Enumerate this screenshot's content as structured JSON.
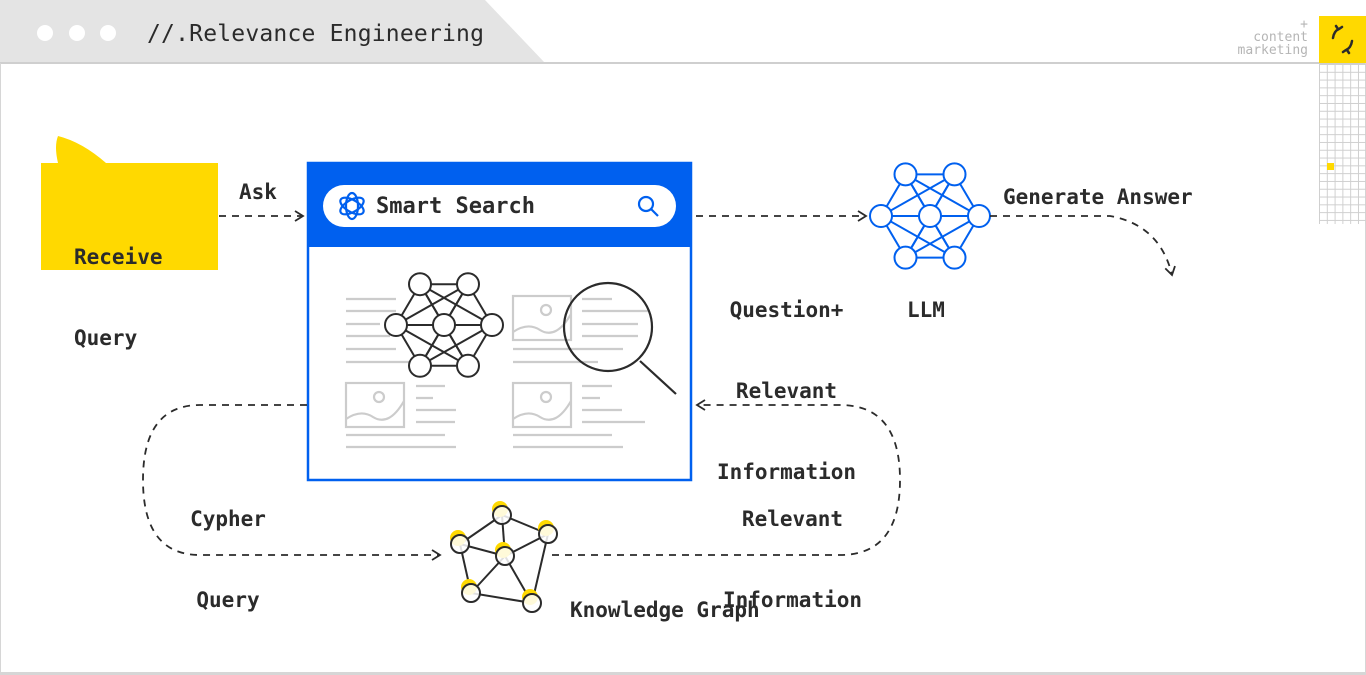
{
  "window": {
    "title": "//.Relevance Engineering",
    "controls": [
      "dot",
      "dot",
      "dot"
    ]
  },
  "brand": {
    "plus": "+",
    "line1": "content",
    "line2": "marketing",
    "logo_icon": "bracket-logo-icon",
    "accent_color": "#ffd900"
  },
  "colors": {
    "yellow": "#ffd900",
    "blue": "#0060ef",
    "ink": "#2b2b2b",
    "placeholder_gray": "#cccccc"
  },
  "nodes": {
    "receive_query": {
      "line1": "Receive",
      "line2": "Query"
    },
    "smart_search": {
      "label": "Smart Search",
      "logo_icon": "openai-logo-icon",
      "search_icon": "search-icon"
    },
    "llm": {
      "label": "LLM",
      "icon": "neural-network-icon"
    },
    "knowledge_graph": {
      "label": "Knowledge Graph",
      "icon": "graph-icon"
    }
  },
  "edges": {
    "ask": "Ask",
    "question_info": {
      "line1": "Question+",
      "line2": "Relevant",
      "line3": "Information"
    },
    "generate_answer": "Generate Answer",
    "cypher_query": {
      "line1": "Cypher",
      "line2": "Query"
    },
    "relevant_info": {
      "line1": "Relevant",
      "line2": "Information"
    }
  }
}
